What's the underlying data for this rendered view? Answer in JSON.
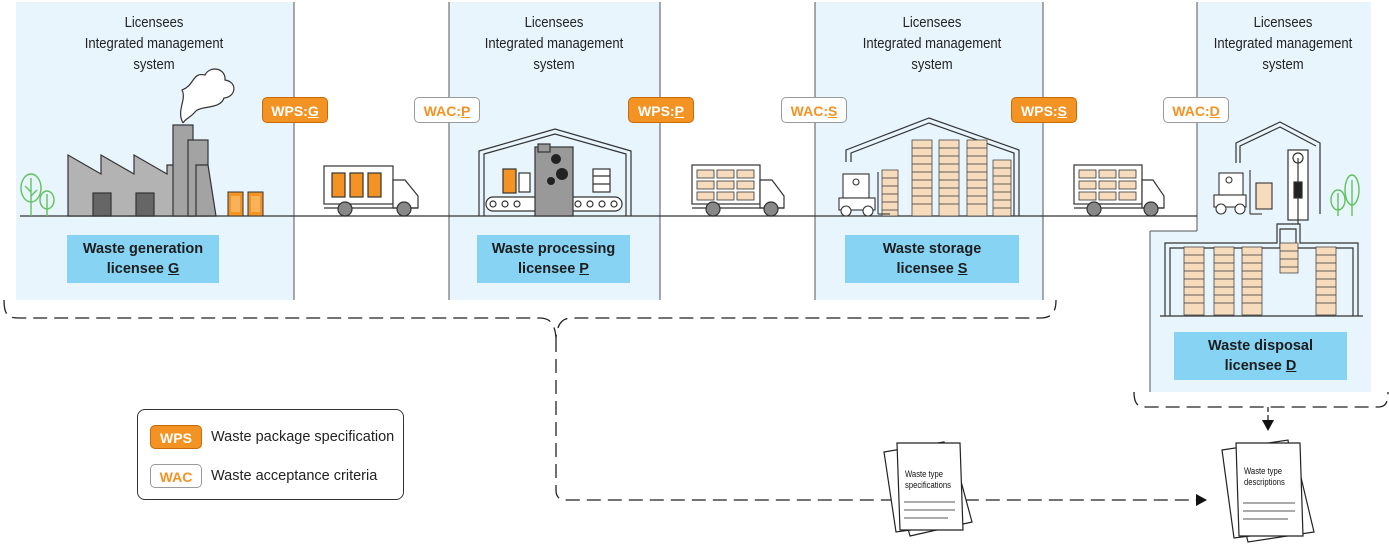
{
  "panels": [
    {
      "title_lines": [
        "Licensees",
        "Integrated management",
        "system"
      ],
      "label_lines": [
        "Waste generation",
        "licensee "
      ],
      "label_letter": "G"
    },
    {
      "title_lines": [
        "Licensees",
        "Integrated management",
        "system"
      ],
      "label_lines": [
        "Waste processing",
        "licensee "
      ],
      "label_letter": "P"
    },
    {
      "title_lines": [
        "Licensees",
        "Integrated management",
        "system"
      ],
      "label_lines": [
        "Waste storage",
        "licensee "
      ],
      "label_letter": "S"
    },
    {
      "title_lines": [
        "Licensees",
        "Integrated management",
        "system"
      ],
      "label_lines": [
        "Waste disposal",
        "licensee "
      ],
      "label_letter": "D"
    }
  ],
  "tags": [
    {
      "prefix": "WPS:",
      "letter": "G",
      "kind": "wps"
    },
    {
      "prefix": "WAC:",
      "letter": "P",
      "kind": "wac"
    },
    {
      "prefix": "WPS:",
      "letter": "P",
      "kind": "wps"
    },
    {
      "prefix": "WAC:",
      "letter": "S",
      "kind": "wac"
    },
    {
      "prefix": "WPS:",
      "letter": "S",
      "kind": "wps"
    },
    {
      "prefix": "WAC:",
      "letter": "D",
      "kind": "wac"
    }
  ],
  "legend": {
    "wps": {
      "code": "WPS",
      "description": "Waste package specification"
    },
    "wac": {
      "code": "WAC",
      "description": "Waste acceptance criteria"
    }
  },
  "documents": {
    "specifications": [
      "Waste type",
      "specifications"
    ],
    "descriptions": [
      "Waste type",
      "descriptions"
    ]
  },
  "colors": {
    "panel_fill": "#e8f5fd",
    "label_fill": "#86d3f4",
    "wps_orange": "#f39324",
    "tree_green": "#5fc25b"
  }
}
